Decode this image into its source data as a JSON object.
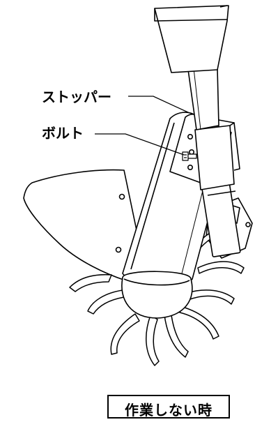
{
  "labels": {
    "stopper": "ストッパー",
    "bolt": "ボルト"
  },
  "caption": "作業しない時"
}
